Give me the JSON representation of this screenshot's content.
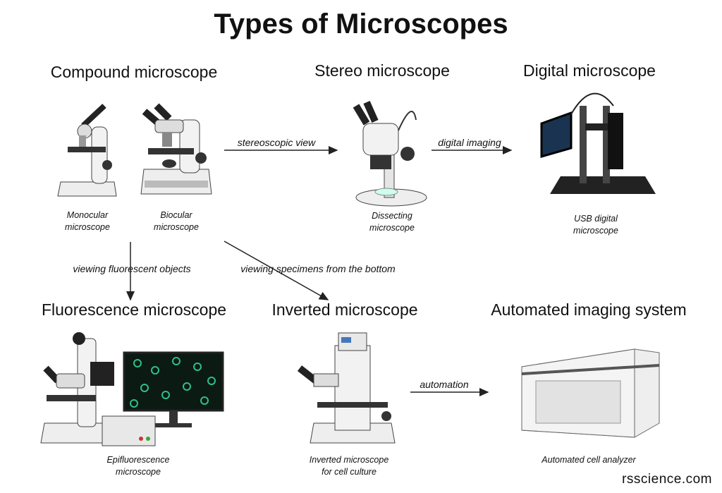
{
  "title": "Types of Microscopes",
  "row1": {
    "compound": {
      "heading": "Compound microscope",
      "items": [
        {
          "line1": "Monocular",
          "line2": "microscope"
        },
        {
          "line1": "Biocular",
          "line2": "microscope"
        }
      ]
    },
    "stereo": {
      "heading": "Stereo microscope",
      "line1": "Dissecting",
      "line2": "microscope"
    },
    "digital": {
      "heading": "Digital microscope",
      "line1": "USB digital",
      "line2": "microscope"
    }
  },
  "row2": {
    "fluorescence": {
      "heading": "Fluorescence microscope",
      "line1": "Epifluorescence",
      "line2": "microscope"
    },
    "inverted": {
      "heading": "Inverted microscope",
      "line1": "Inverted microscope",
      "line2": "for cell culture"
    },
    "automated": {
      "heading": "Automated imaging system",
      "line1": "Automated cell analyzer"
    }
  },
  "arrows": {
    "stereoscopic": "stereoscopic view",
    "digital": "digital imaging",
    "fluorescent": "viewing fluorescent objects",
    "bottom": "viewing specimens from the bottom",
    "automation": "automation"
  },
  "credit": "rsscience.com",
  "colors": {
    "screen_bg": "#0b1a12",
    "cell": "#2fbf8a",
    "stage_dark": "#222222",
    "body_light": "#eeeeee"
  }
}
